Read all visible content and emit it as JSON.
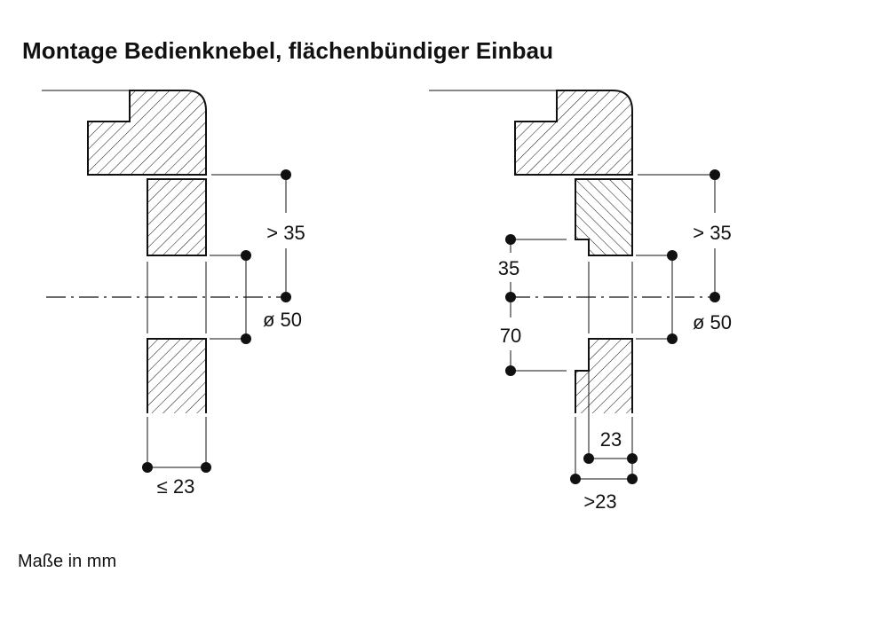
{
  "title": "Montage Bedienknebel, flächenbündiger Einbau",
  "units_note": "Maße in mm",
  "diagram_left": {
    "dim_top": "> 35",
    "dim_diameter": "ø 50",
    "dim_width": "≤ 23"
  },
  "diagram_right": {
    "dim_top": "> 35",
    "dim_diameter": "ø 50",
    "dim_upper_offset": "35",
    "dim_lower_offset": "70",
    "dim_inner_width": "23",
    "dim_outer_width": ">23"
  }
}
